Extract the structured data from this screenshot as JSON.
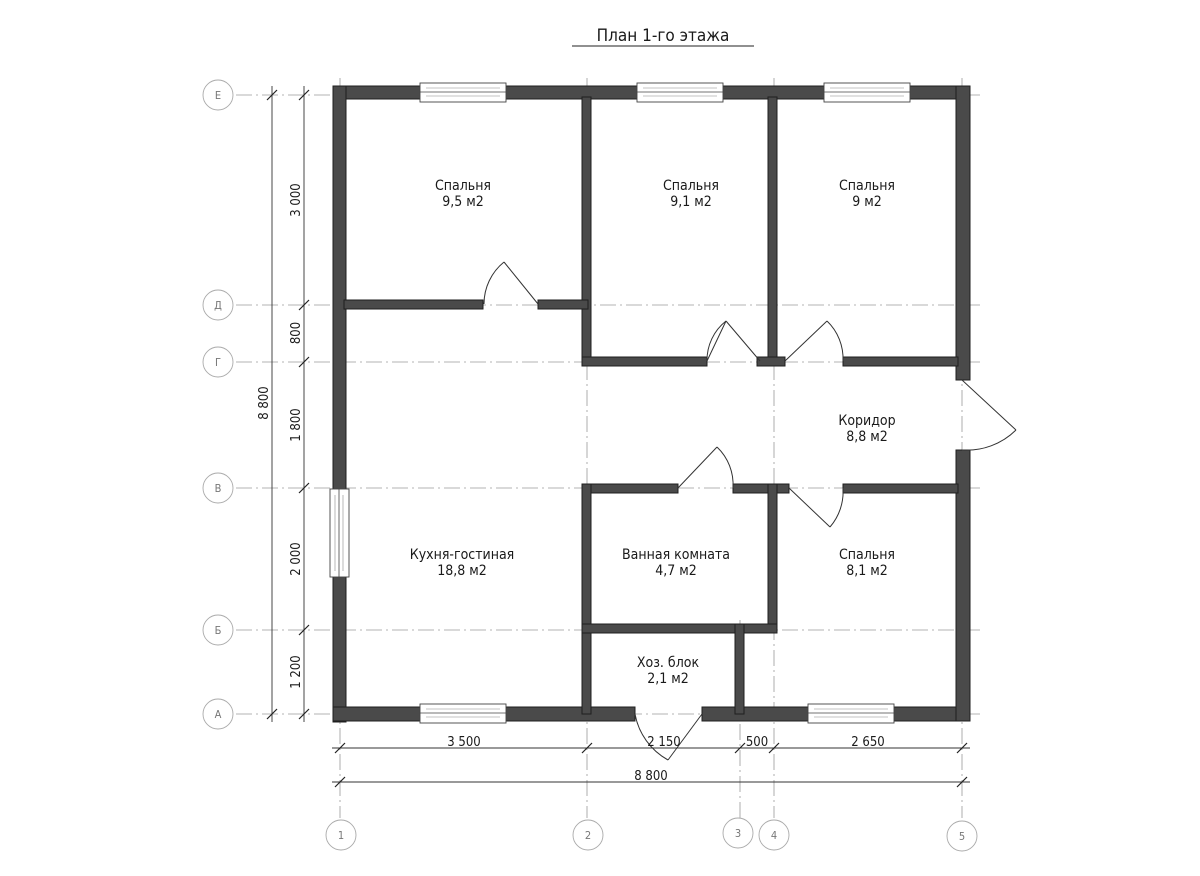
{
  "title": "План 1-го  этажа",
  "rooms": [
    {
      "name": "Спальня",
      "area": "9,5 м2"
    },
    {
      "name": "Спальня",
      "area": "9,1 м2"
    },
    {
      "name": "Спальня",
      "area": "9 м2"
    },
    {
      "name": "Коридор",
      "area": "8,8 м2"
    },
    {
      "name": "Кухня-гостиная",
      "area": "18,8 м2"
    },
    {
      "name": "Ванная комната",
      "area": "4,7 м2"
    },
    {
      "name": "Спальня",
      "area": "8,1 м2"
    },
    {
      "name": "Хоз. блок",
      "area": "2,1 м2"
    }
  ],
  "dimensions": {
    "bottom": [
      "3 500",
      "2 150",
      "500",
      "2 650"
    ],
    "bottom_total": "8 800",
    "left": [
      "3 000",
      "800",
      "1 800",
      "2 000",
      "1 200"
    ],
    "left_total": "8 800"
  },
  "axes": {
    "letters": [
      "Е",
      "Д",
      "Г",
      "В",
      "Б",
      "А"
    ],
    "numbers": [
      "1",
      "2",
      "3",
      "4",
      "5"
    ]
  }
}
